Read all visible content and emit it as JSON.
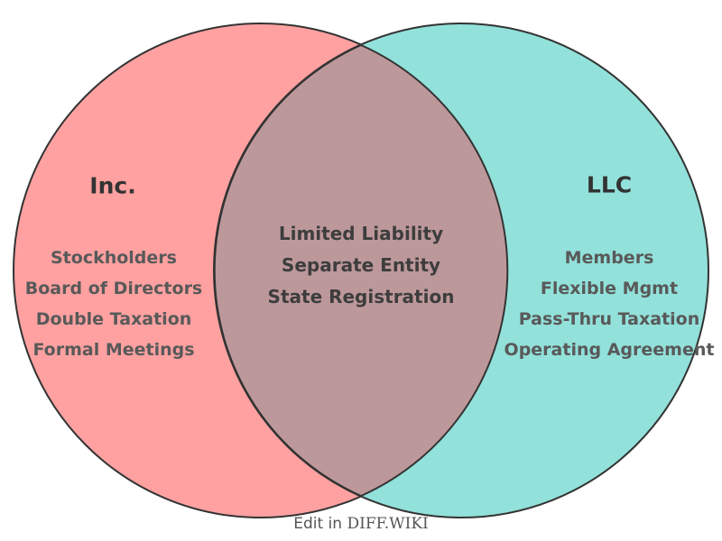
{
  "diagram": {
    "background": "#ffffff",
    "outline_color": "#333333",
    "left_circle": {
      "title": "Inc.",
      "fill": "#FFA1A1",
      "items": [
        "Stockholders",
        "Board of Directors",
        "Double Taxation",
        "Formal Meetings"
      ]
    },
    "right_circle": {
      "title": "LLC",
      "fill": "#92E1DA",
      "items": [
        "Members",
        "Flexible Mgmt",
        "Pass-Thru Taxation",
        "Operating Agreement"
      ]
    },
    "intersection": {
      "fill": "#BD989B",
      "items": [
        "Limited Liability",
        "Separate Entity",
        "State Registration"
      ]
    },
    "caption": {
      "prefix": "Edit in ",
      "brand": "DIFF.WIKI"
    }
  }
}
